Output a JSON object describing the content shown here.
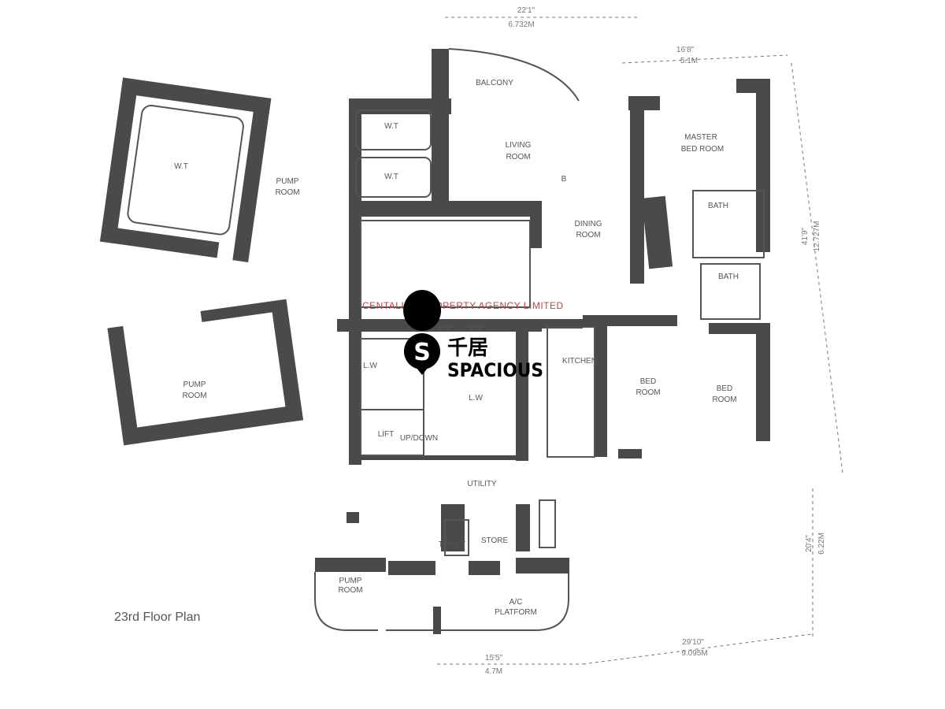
{
  "plan": {
    "title": "23rd Floor Plan",
    "rooms": {
      "balcony": "BALCONY",
      "wt_1": "W.T",
      "wt_2": "W.T",
      "wt_left": "W.T",
      "pump_room_top_1": "PUMP",
      "pump_room_top_2": "ROOM",
      "living_1": "LIVING",
      "living_2": "ROOM",
      "dining_1": "DINING",
      "dining_2": "ROOM",
      "master_1": "MASTER",
      "master_2": "BED ROOM",
      "bath_1": "BATH",
      "bath_2": "BATH",
      "kitchen": "KITCHEN",
      "bed1_1": "BED",
      "bed1_2": "ROOM",
      "bed2_1": "BED",
      "bed2_2": "ROOM",
      "pump_room_left_1": "PUMP",
      "pump_room_left_2": "ROOM",
      "lw_1": "L.W",
      "lw_2": "L.W",
      "lift": "LIFT",
      "updown": "UP/DOWN",
      "mr_1": "M.R",
      "mr_2": "M.R",
      "utility": "UTILITY",
      "toilet": "TOILET",
      "store": "STORE",
      "pump_room_bottom_1": "PUMP",
      "pump_room_bottom_2": "ROOM",
      "ac_1": "A/C",
      "ac_2": "PLATFORM"
    },
    "dimensions": {
      "top_ft": "22'1\"",
      "top_m": "6.732M",
      "upper_right_ft": "16'8\"",
      "upper_right_m": "5.1M",
      "right_ft": "41'9\"",
      "right_m": "12.727M",
      "lower_right_ft": "20'4\"",
      "lower_right_m": "6.22M",
      "bottom_right_ft": "29'10\"",
      "bottom_right_m": "9.095M",
      "bottom_ft": "15'5\"",
      "bottom_m": "4.7M"
    }
  },
  "watermarks": {
    "agency": "CENTALINE PROPERTY AGENCY LIMITED",
    "brand_cn": "千居",
    "brand_en": "SPACIOUS"
  },
  "colors": {
    "wall": "#4a4a4a",
    "agency_watermark": "#bb4444"
  }
}
